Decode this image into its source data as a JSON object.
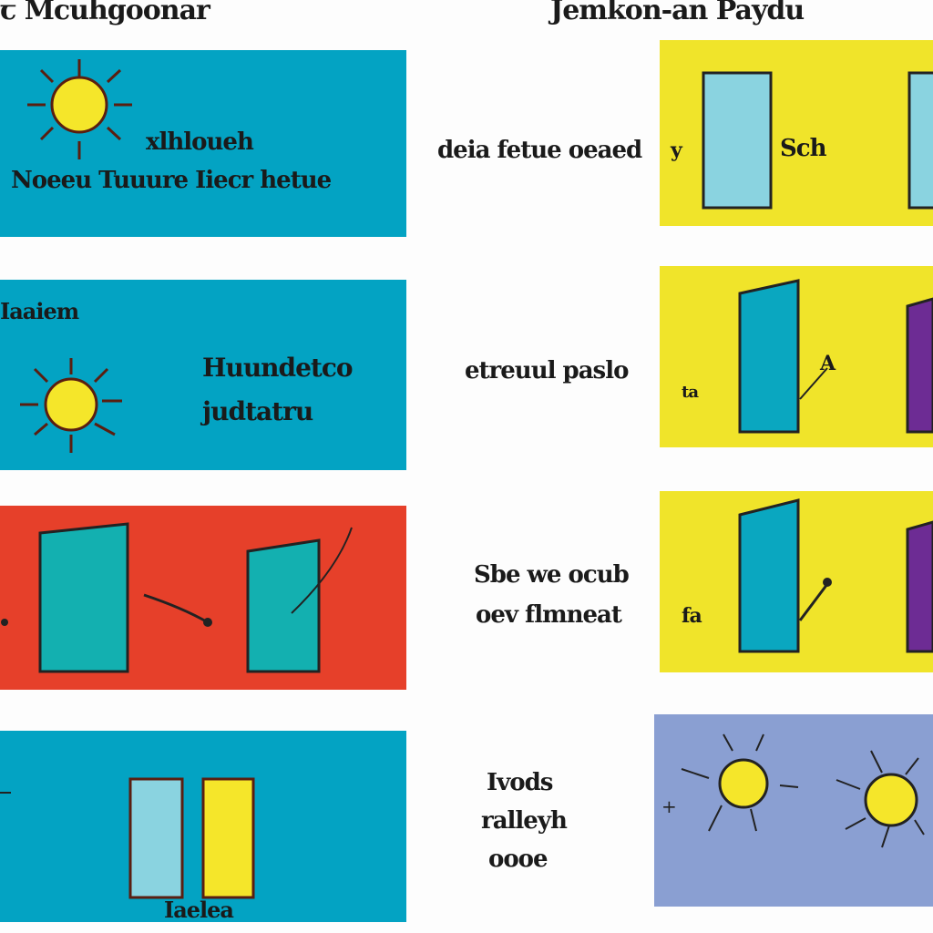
{
  "header": {
    "left_title": "ꞇ Mcuhgoonar",
    "right_title": "Jemkon-an Paydu"
  },
  "colors": {
    "teal": "#03a3c3",
    "red": "#e6402a",
    "yellow": "#f0e42a",
    "lavender": "#8a9fd2",
    "rect_light": "#8ad3e0",
    "rect_teal": "#0aa7c0",
    "purple": "#6d2c94",
    "sun": "#f5e62a"
  },
  "left": [
    {
      "line1": "xlhloueh",
      "line2": "Noeeu Tuuure Iiecr hetue"
    },
    {
      "corner": "Iaaiem",
      "line1": "Huundetco",
      "line2": "judtatru"
    },
    {},
    {
      "caption": "Iaelea"
    }
  ],
  "middle": [
    {
      "text": "deia fetue oeaed"
    },
    {
      "text": "etreuul paslo"
    },
    {
      "line1": "Sbe we ocub",
      "line2": "oev flmneat"
    },
    {
      "line1": "Ivods",
      "line2": "ralleyh",
      "line3": "oooe"
    }
  ],
  "right": [
    {
      "label_left": "y",
      "label_right": "Sch"
    },
    {
      "label_left": "ta",
      "label_right": "A"
    },
    {
      "label_left": "fa",
      "label_right": ""
    },
    {}
  ]
}
